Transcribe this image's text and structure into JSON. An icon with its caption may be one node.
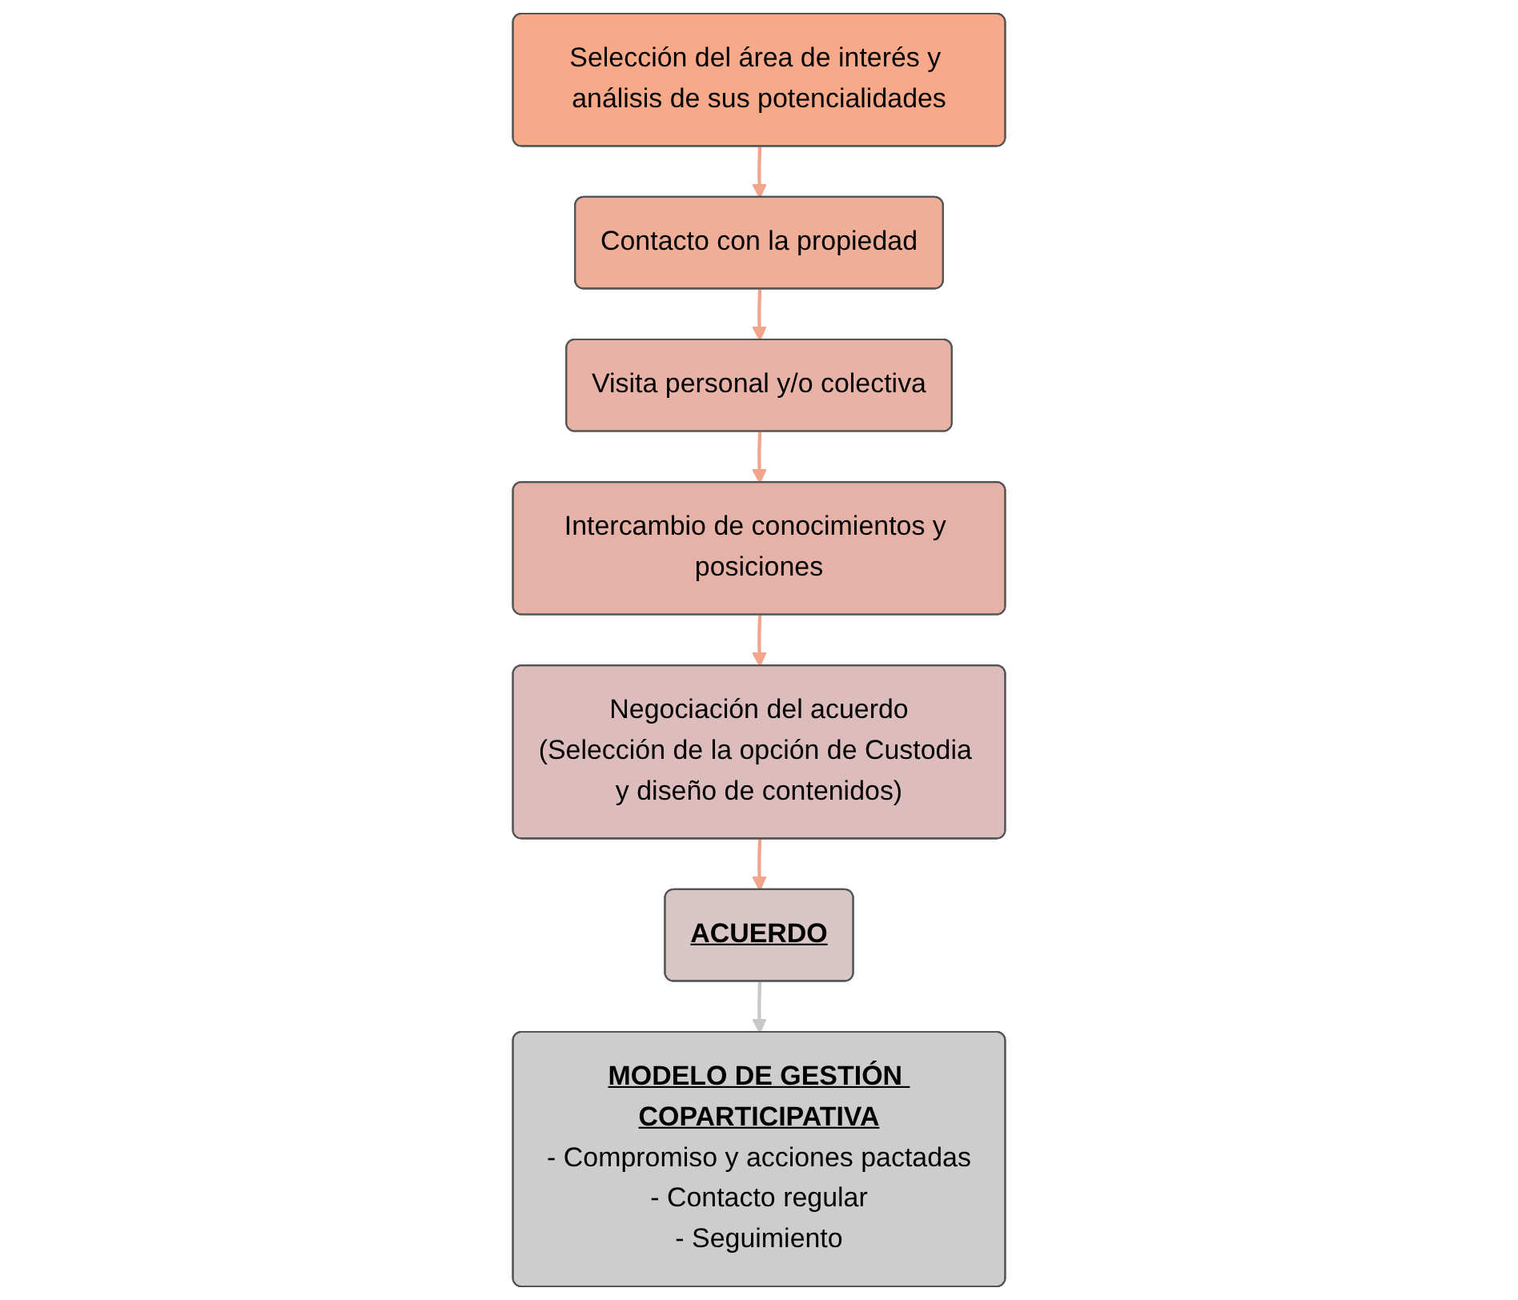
{
  "diagram": {
    "nodes": [
      {
        "text": [
          "Selección del área de interés y análisis de sus potencialidades"
        ]
      },
      {
        "text": [
          "Contacto con la propiedad"
        ]
      },
      {
        "text": [
          "Visita personal y/o colectiva"
        ]
      },
      {
        "text": [
          "Intercambio de conocimientos y posiciones"
        ]
      },
      {
        "text": [
          "Negociación del acuerdo",
          "(Selección de la opción de Custodia y diseño de contenidos)"
        ]
      },
      {
        "text": [
          "ACUERDO"
        ]
      },
      {
        "text": [
          "MODELO DE GESTIÓN COPARTICIPATIVA",
          "- Compromiso y acciones pactadas",
          "- Contacto regular",
          "- Seguimiento"
        ]
      }
    ],
    "edges": [
      {
        "from": 0,
        "to": 1,
        "arrow": "to"
      },
      {
        "from": 1,
        "to": 2,
        "arrow": "to"
      },
      {
        "from": 2,
        "to": 3,
        "arrow": "to"
      },
      {
        "from": 3,
        "to": 4,
        "arrow": "to"
      },
      {
        "from": 4,
        "to": 5,
        "arrow": "to"
      },
      {
        "from": 5,
        "to": 6,
        "arrow": "to",
        "color": "#c8c8c8"
      }
    ]
  }
}
